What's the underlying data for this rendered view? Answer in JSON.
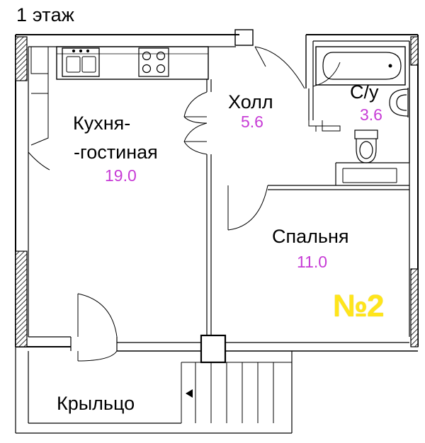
{
  "floor": {
    "title": "1 этаж"
  },
  "apartment": {
    "number": "№2",
    "number_color": "#ffe51a"
  },
  "area_color": "#c73cd6",
  "rooms": [
    {
      "id": "kitchen",
      "name_line1": "Кухня-",
      "name_line2": "-гостиная",
      "area": "19.0"
    },
    {
      "id": "hall",
      "name": "Холл",
      "area": "5.6"
    },
    {
      "id": "bathroom",
      "name": "С/у",
      "area": "3.6"
    },
    {
      "id": "bedroom",
      "name": "Спальня",
      "area": "11.0"
    },
    {
      "id": "porch",
      "name": "Крыльцо"
    }
  ]
}
